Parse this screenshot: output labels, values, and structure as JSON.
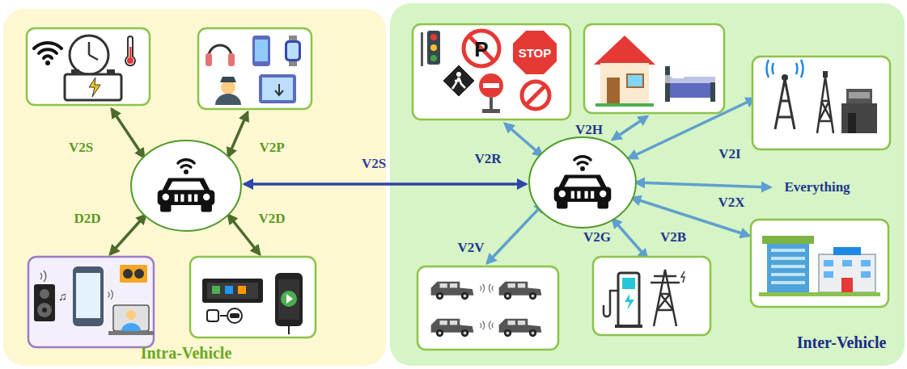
{
  "diagram": {
    "nodes": [
      {
        "text": [
          "Intra-Vehicle"
        ]
      },
      {
        "text": [
          "Inter-Vehicle"
        ]
      }
    ],
    "labels": [
      "V2S",
      "V2P",
      "D2D",
      "V2D",
      "V2S",
      "P",
      "STOP",
      "V2R",
      "V2H",
      "V2I",
      "Everything",
      "V2X",
      "V2V",
      "V2G",
      "V2B"
    ]
  }
}
